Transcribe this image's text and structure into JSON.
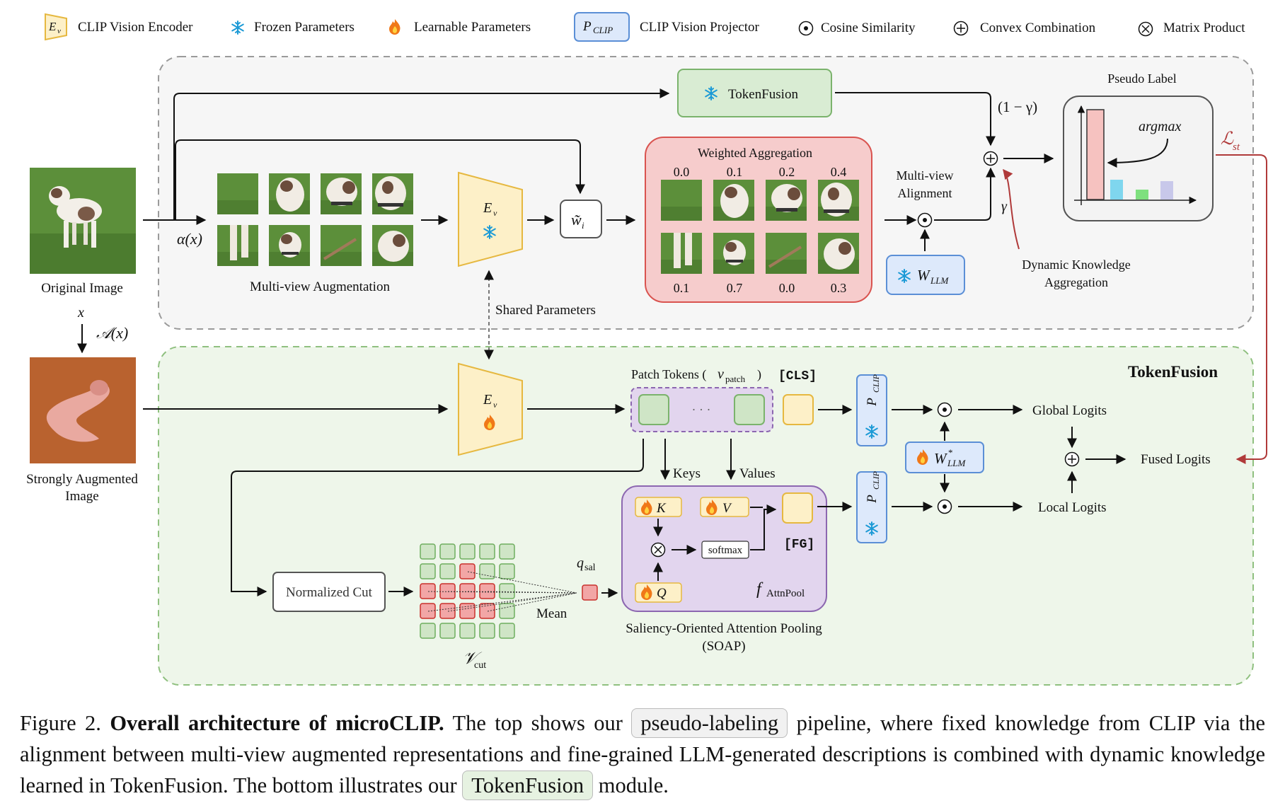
{
  "legend": {
    "encoder_symbol": "E",
    "encoder_sub": "v",
    "encoder": "CLIP Vision Encoder",
    "frozen": "Frozen Parameters",
    "learnable": "Learnable Parameters",
    "projector_symbol": "P",
    "projector_sub": "CLIP",
    "projector": "CLIP Vision Projector",
    "cosine": "Cosine Similarity",
    "convex": "Convex Combination",
    "matrix": "Matrix Product"
  },
  "top": {
    "original_image": "Original Image",
    "alpha": "α(x)",
    "multiview_aug": "Multi-view Augmentation",
    "encoder_symbol": "E",
    "encoder_sub": "v",
    "weight_symbol": "w̃",
    "weight_sub": "i",
    "tokenfusion_box": "TokenFusion",
    "weighted_agg": "Weighted Aggregation",
    "weights_top": [
      "0.0",
      "0.1",
      "0.2",
      "0.4"
    ],
    "weights_bottom": [
      "0.1",
      "0.7",
      "0.0",
      "0.3"
    ],
    "multiview_align_1": "Multi-view",
    "multiview_align_2": "Alignment",
    "wllm_symbol": "W",
    "wllm_sub": "LLM",
    "one_minus_gamma": "(1 − γ)",
    "gamma": "γ",
    "pseudo_label": "Pseudo Label",
    "argmax": "argmax",
    "loss_symbol": "ℒ",
    "loss_sub": "st",
    "dka_1": "Dynamic Knowledge",
    "dka_2": "Aggregation",
    "shared_params": "Shared Parameters"
  },
  "flow": {
    "x": "x",
    "aug": "𝒜(x)",
    "strong_aug_1": "Strongly Augmented",
    "strong_aug_2": "Image"
  },
  "bottom": {
    "title": "TokenFusion",
    "patch_tokens_prefix": "Patch Tokens (",
    "patch_tokens_v": "v",
    "patch_tokens_sub": "patch",
    "patch_tokens_suffix": ")",
    "cls": "[CLS]",
    "dots": "· · ·",
    "keys": "Keys",
    "values": "Values",
    "global_logits": "Global Logits",
    "fused_logits": "Fused Logits",
    "local_logits": "Local Logits",
    "wllm_star_symbol": "W",
    "wllm_star_sup": "*",
    "wllm_star_sub": "LLM",
    "k": "K",
    "v": "V",
    "q": "Q",
    "softmax": "softmax",
    "fg": "[FG]",
    "attnpool_f": "f",
    "attnpool_sub": "AttnPool",
    "normalized_cut": "Normalized Cut",
    "qsal": "q",
    "qsal_sub": "sal",
    "mean": "Mean",
    "vcut": "𝒱",
    "vcut_sub": "cut",
    "soap_1": "Saliency-Oriented Attention Pooling",
    "soap_2": "(SOAP)"
  },
  "caption": {
    "fig": "Figure 2.",
    "title": "Overall architecture of microCLIP.",
    "t1": "The top shows our",
    "chip1": "pseudo-labeling",
    "t2": "pipeline, where fixed knowledge from CLIP via the alignment between multi-view augmented representations and fine-grained LLM-generated descriptions is combined with dynamic knowledge learned in TokenFusion. The bottom illustrates our",
    "chip2": "TokenFusion",
    "t3": "module."
  },
  "colors": {
    "frozen": "#1c9ad6",
    "learnable": "#f07818",
    "encoder_fill": "#fdf0c8",
    "encoder_stroke": "#e6b840",
    "projector_fill": "#dde9fb",
    "projector_stroke": "#5b8fd6",
    "tokenfusion_fill": "#d9ecd3",
    "tokenfusion_stroke": "#7bb36c",
    "agg_fill": "#f6cccc",
    "agg_stroke": "#d9534f",
    "attnpool_fill": "#e2d5ee",
    "attnpool_stroke": "#8c67b0",
    "loss": "#b03a3a",
    "grass": "#5c8f3a",
    "strong_aug": "#b05a2a"
  }
}
